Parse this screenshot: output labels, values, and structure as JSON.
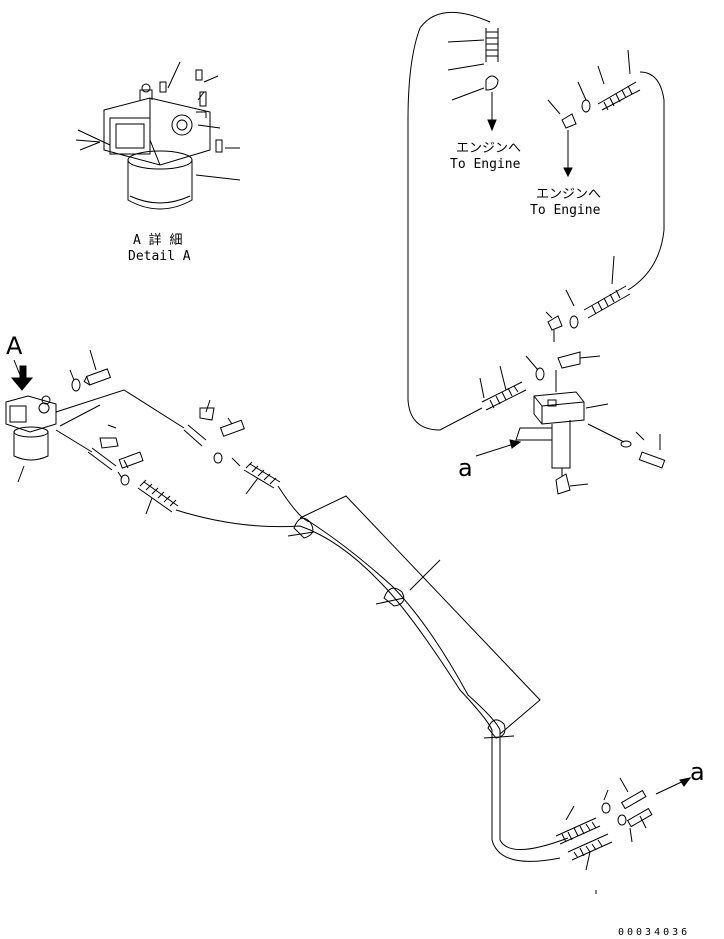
{
  "detail": {
    "label_jp": "A 詳 細",
    "label_en": "Detail A"
  },
  "view_a_letter": "A",
  "to_engine_1": {
    "jp": "エンジンへ",
    "en": "To Engine"
  },
  "to_engine_2": {
    "jp": "エンジンへ",
    "en": "To Engine"
  },
  "connection_mark_1": "a",
  "connection_mark_2": "a",
  "drawing_number": "00034036"
}
